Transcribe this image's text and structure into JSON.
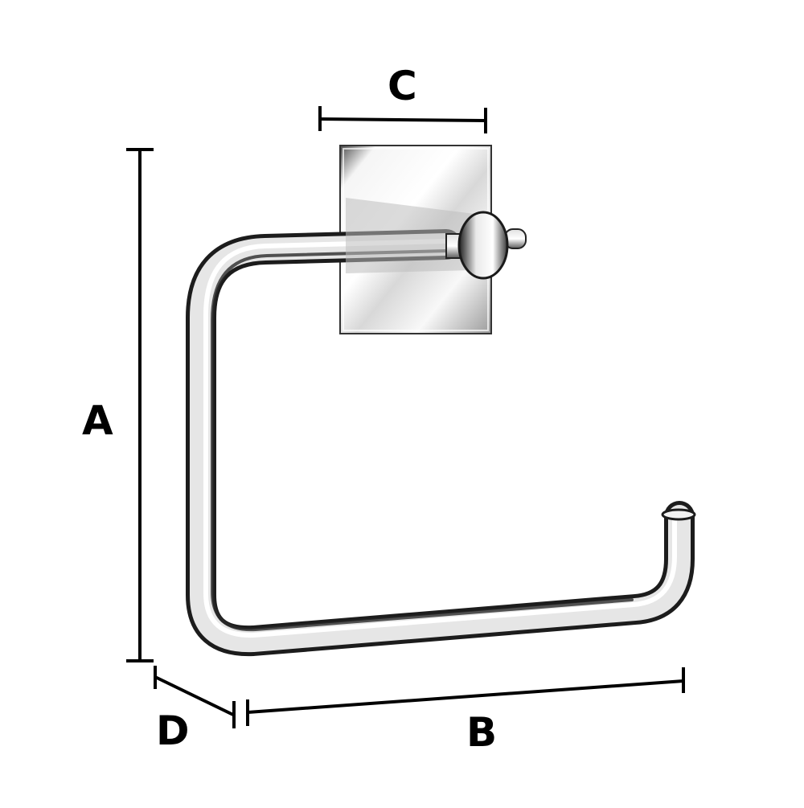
{
  "dimensions": {
    "a": "A",
    "b": "B",
    "c": "C",
    "d": "D"
  },
  "colors": {
    "lines": "#000000",
    "chrome_dark": "#2a2a2a",
    "chrome_light": "#f4f4f4",
    "background": "#ffffff"
  }
}
